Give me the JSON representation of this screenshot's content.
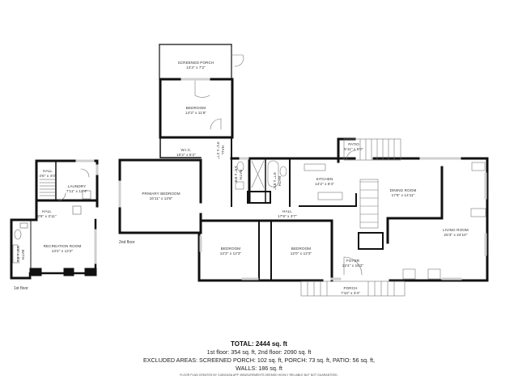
{
  "floors": {
    "first": {
      "label": "1st floor",
      "rooms": [
        {
          "name": "HALL",
          "dims": "4'6\" x 4'0\""
        },
        {
          "name": "LAUNDRY",
          "dims": "7'11\" x 12'4\""
        },
        {
          "name": "HALL",
          "dims": "3'6\" x 3'11\""
        },
        {
          "name": "RECREATION ROOM",
          "dims": "13'2\" x 12'2\""
        },
        {
          "name": "BATH",
          "dims": "5'3\" x 9'3\""
        }
      ]
    },
    "second": {
      "label": "2nd floor",
      "rooms": [
        {
          "name": "SCREENED PORCH",
          "dims": "14'3\" x 7'2\""
        },
        {
          "name": "BEDROOM",
          "dims": "14'3\" x 11'6\""
        },
        {
          "name": "W.I.C.",
          "dims": "10'2\" x 5'2\""
        },
        {
          "name": "HALL",
          "dims": "9'1\" x 1'7\""
        },
        {
          "name": "PRIMARY BEDROOM",
          "dims": "16'11\" x 13'8\""
        },
        {
          "name": "BATH",
          "dims": "5'8\" x 8'8\""
        },
        {
          "name": "BATH",
          "dims": "6'7\" x 8'6\""
        },
        {
          "name": "HALL",
          "dims": "17'9\" x 3'7\""
        },
        {
          "name": "KITCHEN",
          "dims": "14'2\" x 8'4\""
        },
        {
          "name": "PATIO",
          "dims": "5'11\" x 5'0\""
        },
        {
          "name": "DINING ROOM",
          "dims": "17'5\" x 14'11\""
        },
        {
          "name": "LIVING ROOM",
          "dims": "25'3\" x 24'10\""
        },
        {
          "name": "BEDROOM",
          "dims": "12'3\" x 12'3\""
        },
        {
          "name": "BEDROOM",
          "dims": "12'0\" x 12'3\""
        },
        {
          "name": "FOYER",
          "dims": "12'4\" x 16'2\""
        },
        {
          "name": "PORCH",
          "dims": "7'10\" x 3'4\""
        }
      ]
    }
  },
  "summary": {
    "total": "TOTAL: 2444 sq. ft",
    "floors_line": "1st floor: 354 sq. ft, 2nd floor: 2090 sq. ft",
    "excluded_line": "EXCLUDED AREAS: SCREENED PORCH: 102 sq. ft, PORCH: 73 sq. ft, PATIO: 56 sq. ft,",
    "walls_line": "WALLS: 186 sq. ft"
  },
  "disclaimer": "FLOOR PLAN CREATED BY CUBICASA APP. MEASUREMENTS DEEMED HIGHLY RELIABLE BUT NOT GUARANTEED.",
  "colors": {
    "wall": "#111111",
    "window": "#cfcfcf",
    "background": "#ffffff"
  }
}
